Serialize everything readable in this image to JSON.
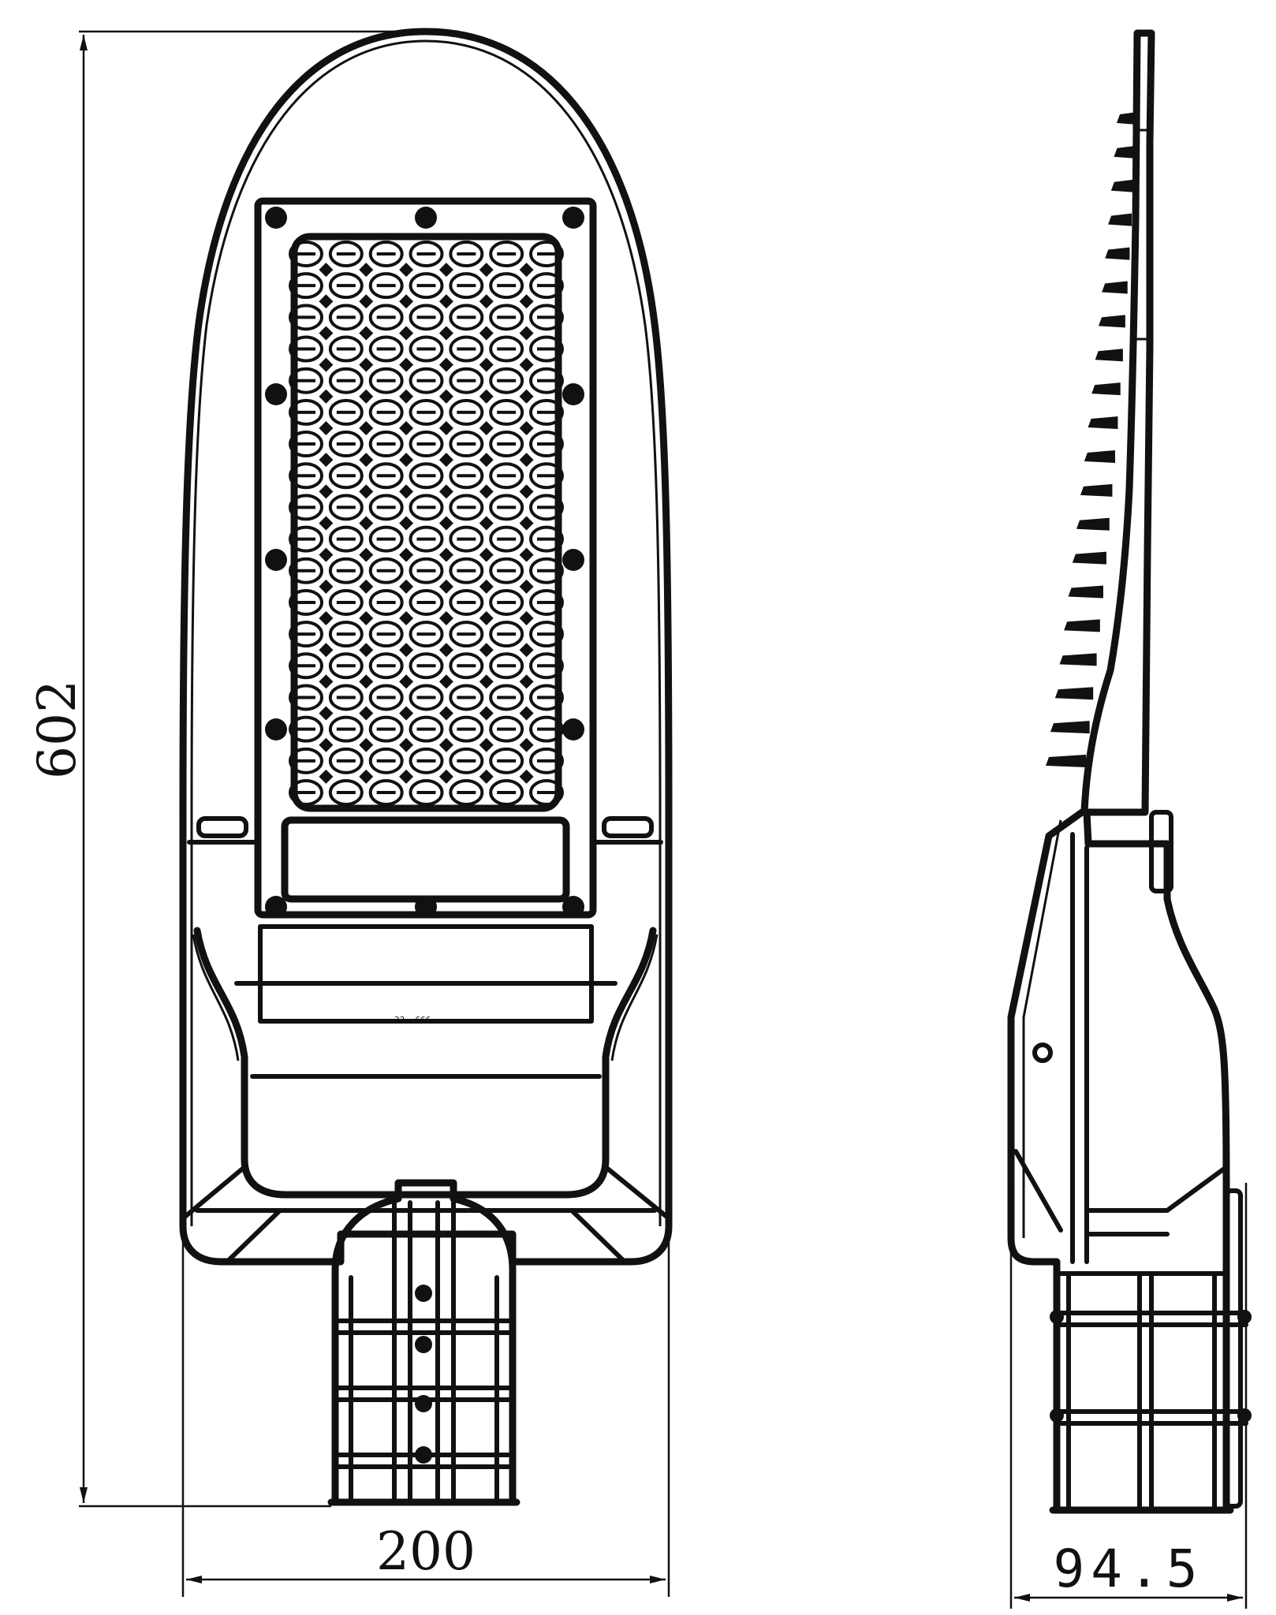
{
  "dimensions": {
    "height": "602",
    "width": "200",
    "depth": "94.5"
  },
  "led_board_marking": "33.  666",
  "led_grid": {
    "columns": 7,
    "rows": 18
  }
}
